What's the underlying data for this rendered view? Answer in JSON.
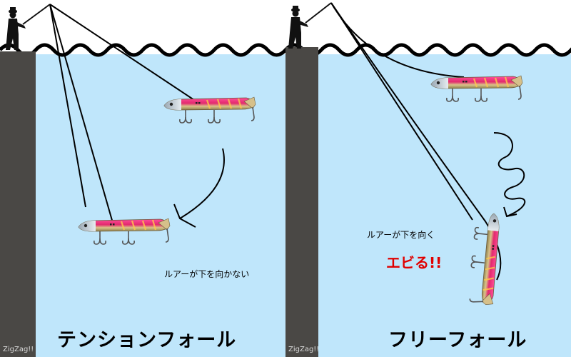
{
  "left_panel": {
    "title": "テンションフォール",
    "note": "ルアーが下を向かない",
    "watermark": "ZigZag!!"
  },
  "right_panel": {
    "title": "フリーフォール",
    "note": "ルアーが下を向く",
    "warning": "エビる!!",
    "watermark": "ZigZag!!"
  },
  "colors": {
    "water": "#bfe6fb",
    "pier": "#4a4845",
    "line": "#000000",
    "warning": "#e00000",
    "lure_body": "#e8287a"
  }
}
